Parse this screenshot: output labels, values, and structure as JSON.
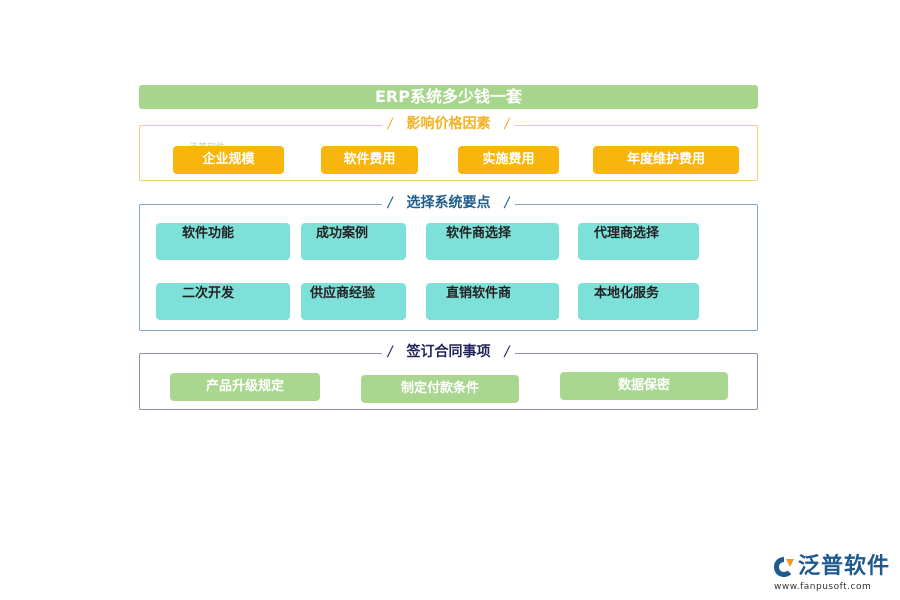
{
  "title": "ERP系统多少钱一套",
  "sections": [
    {
      "title": "影响价格因素",
      "items": [
        "企业规模",
        "软件费用",
        "实施费用",
        "年度维护费用"
      ]
    },
    {
      "title": "选择系统要点",
      "items": [
        "软件功能",
        "成功案例",
        "软件商选择",
        "代理商选择",
        "二次开发",
        "供应商经验",
        "直销软件商",
        "本地化服务"
      ]
    },
    {
      "title": "签订合同事项",
      "items": [
        "产品升级规定",
        "制定付款条件",
        "数据保密"
      ]
    }
  ],
  "watermark": "泛普软件",
  "logo": {
    "name": "泛普软件",
    "url": "www.fanpusoft.com"
  },
  "colors": {
    "title_bar": "#a7d58c",
    "factor_chip": "#f8b50c",
    "point_chip": "#7de0d9",
    "contract_chip": "#aad78f"
  }
}
